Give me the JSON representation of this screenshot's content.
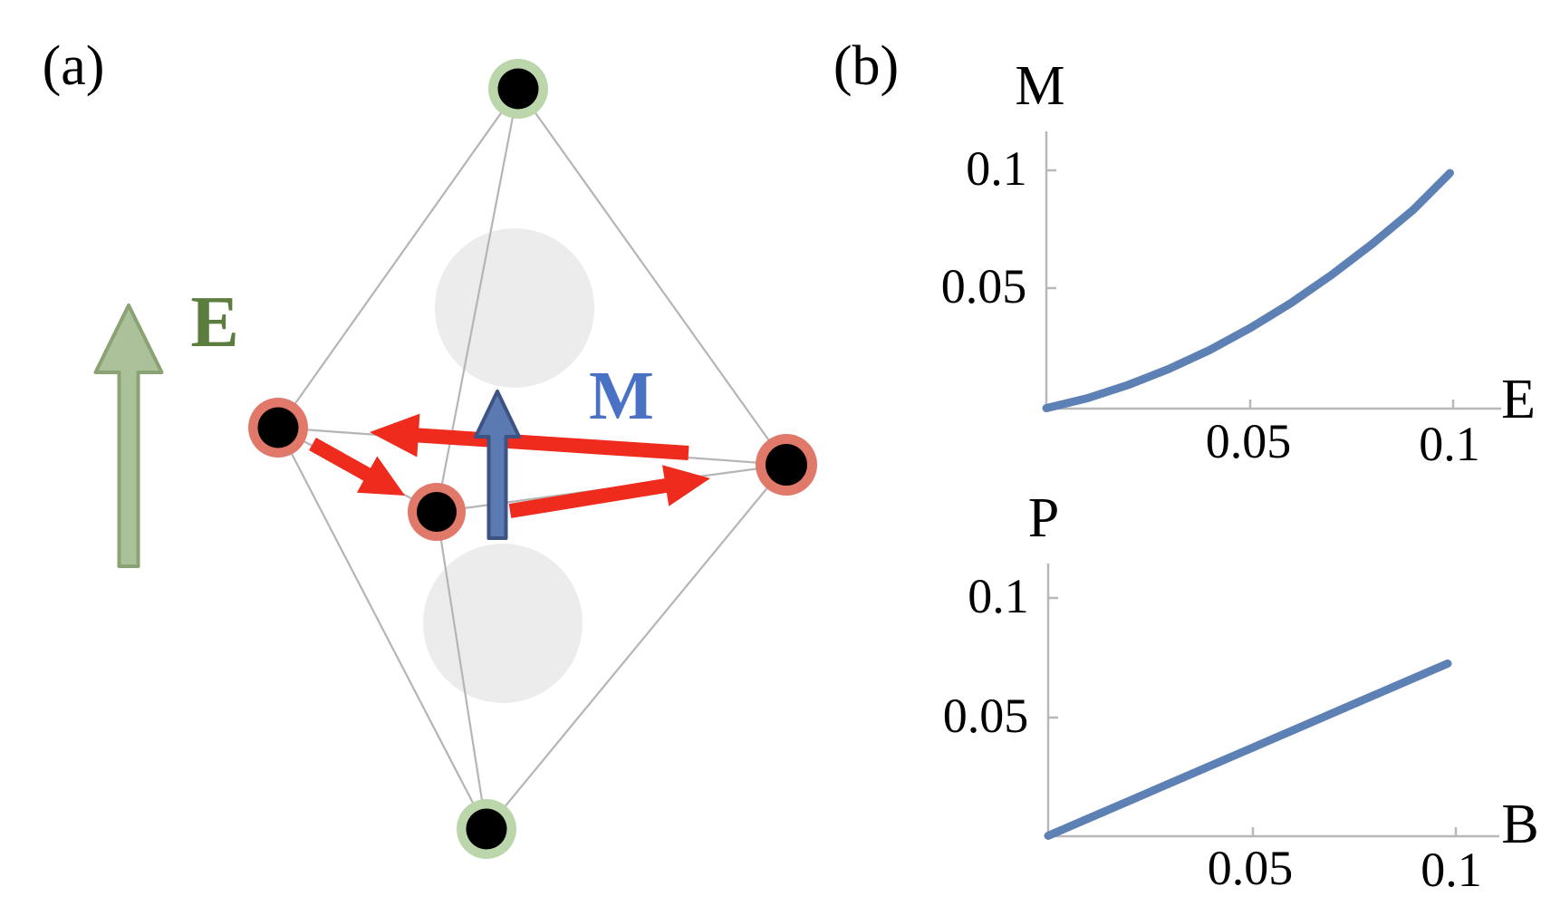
{
  "figure": {
    "panel_a_label": "(a)",
    "panel_b_label": "(b)",
    "background": "#ffffff"
  },
  "panel_a": {
    "e_field_label": "E",
    "m_label": "M",
    "atom_legend": {
      "apex_atoms": "green-ringed atoms (2, top and bottom vertices)",
      "equatorial_atoms": "red-ringed atoms (3, middle plane)",
      "shaded_spheres": "gray spheres (2, inside bipyramid)"
    },
    "colors": {
      "apex_atom_halo": "#bcd6ab",
      "equatorial_atom_halo": "#e1796a",
      "atom_core": "#000000",
      "oxygen_sphere": "#ececec",
      "bond_line": "#b5b5b5",
      "spin_arrow": "#ee2b1c",
      "m_arrow_fill": "#5c7ab2",
      "m_arrow_edge": "#3d5384",
      "e_arrow_fill": "#abc199",
      "e_arrow_edge": "#8ba274",
      "e_label_color": "#5b7e3e",
      "m_label_color": "#4a72c4"
    }
  },
  "chart_data": [
    {
      "type": "line",
      "title": "",
      "ylabel": "M",
      "xlabel": "E",
      "x_tick_labels": [
        "0.05",
        "0.1"
      ],
      "x_tick_values": [
        0.05,
        0.1
      ],
      "y_tick_labels": [
        "0.1",
        "0.05"
      ],
      "y_tick_values": [
        0.1,
        0.05
      ],
      "xlim": [
        0,
        0.112
      ],
      "ylim": [
        0,
        0.116
      ],
      "grid": false,
      "legend": false,
      "line_color": "#5e81b5",
      "axis_color": "#b8b8b8",
      "x": [
        0,
        0.01,
        0.02,
        0.03,
        0.04,
        0.05,
        0.06,
        0.07,
        0.08,
        0.09,
        0.099
      ],
      "y": [
        0,
        0.0042,
        0.0098,
        0.0166,
        0.0246,
        0.034,
        0.0446,
        0.0566,
        0.0698,
        0.0842,
        0.0998
      ]
    },
    {
      "type": "line",
      "title": "",
      "ylabel": "P",
      "xlabel": "B",
      "x_tick_labels": [
        "0.05",
        "0.1"
      ],
      "x_tick_values": [
        0.05,
        0.1
      ],
      "y_tick_labels": [
        "0.1",
        "0.05"
      ],
      "y_tick_values": [
        0.1,
        0.05
      ],
      "xlim": [
        0,
        0.112
      ],
      "ylim": [
        0,
        0.116
      ],
      "grid": false,
      "legend": false,
      "line_color": "#5e81b5",
      "axis_color": "#b8b8b8",
      "x": [
        0,
        0.02,
        0.04,
        0.06,
        0.08,
        0.098
      ],
      "y": [
        0,
        0.0147,
        0.0294,
        0.0441,
        0.0588,
        0.072
      ]
    }
  ]
}
